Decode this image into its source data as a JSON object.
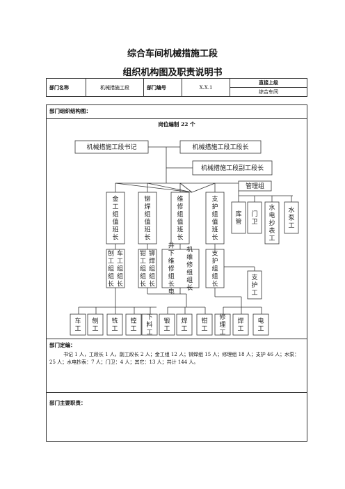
{
  "doc": {
    "title": "综合车间机械措施工段",
    "subtitle": "组织机构图及职责说明书"
  },
  "header": {
    "dept_name_label": "部门名称",
    "dept_name_value": "机械措施工段",
    "dept_no_label": "部门编号",
    "dept_no_value": "X.X.1",
    "superior_label": "直接上级",
    "superior_value": "综合车间"
  },
  "structure": {
    "label": "部门组织结构图：",
    "staffing": "岗位编制 22 个"
  },
  "org": {
    "secretary": "机械措施工段书记",
    "chief": "机械措施工段工段长",
    "deputy": "机械措施工段副工段长",
    "mgmt_group": "管理组",
    "shift_leaders": [
      "金工组值班长",
      "铆焊组值班长",
      "维修组值班长",
      "支护组值班长"
    ],
    "mgmt_roles": [
      "库管",
      "门卫",
      "水电抄表工",
      "水泵工"
    ],
    "group_leaders": [
      "刨工组组长",
      "车工组组长",
      "钳工组组长",
      "铆焊组组长",
      "井下维修组长",
      "电机维修组组长",
      "支护组组长"
    ],
    "support_worker": "支护工",
    "workers": [
      "车工",
      "刨工",
      "铣工",
      "镗工",
      "下料工",
      "锻工",
      "焊工",
      "钳工",
      "修理工",
      "焊工",
      "电工"
    ]
  },
  "definition": {
    "label": "部门定编：",
    "text": "书记 1 人，工段长 1 人，副工段长 2 人；金工组 12 人；铆焊组 15 人；修理组 18 人；支护 46 人；水泵：25 人；水电抄表：7 人；门卫：4 人；其它：13 人；共计 144 人。"
  },
  "duties": {
    "label": "部门主要职责："
  }
}
